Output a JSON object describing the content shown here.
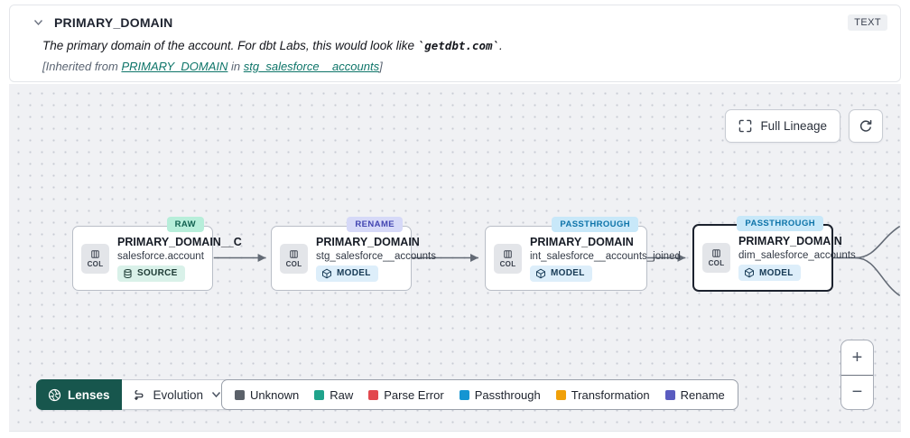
{
  "header": {
    "title": "PRIMARY_DOMAIN",
    "type_badge": "TEXT",
    "description_prefix": "The primary domain of the account. For dbt Labs, this would look like ",
    "description_code": "`getdbt.com`",
    "description_suffix": ".",
    "inherited_prefix": "[Inherited from ",
    "inherited_link_column": "PRIMARY_DOMAIN",
    "inherited_middle": " in ",
    "inherited_link_model": "stg_salesforce__accounts",
    "inherited_suffix": "]"
  },
  "toolbar": {
    "full_lineage_label": "Full Lineage"
  },
  "nodes": [
    {
      "title": "PRIMARY_DOMAIN__C",
      "subtitle": "salesforce.account",
      "resource": "SOURCE",
      "status": "RAW",
      "col_label": "COL"
    },
    {
      "title": "PRIMARY_DOMAIN",
      "subtitle": "stg_salesforce__accounts",
      "resource": "MODEL",
      "status": "RENAME",
      "col_label": "COL"
    },
    {
      "title": "PRIMARY_DOMAIN",
      "subtitle": "int_salesforce__accounts_joined",
      "resource": "MODEL",
      "status": "PASSTHROUGH",
      "col_label": "COL"
    },
    {
      "title": "PRIMARY_DOMAIN",
      "subtitle": "dim_salesforce_accounts",
      "resource": "MODEL",
      "status": "PASSTHROUGH",
      "col_label": "COL"
    }
  ],
  "controls": {
    "lenses_label": "Lenses",
    "lens_selected": "Evolution",
    "zoom_in_label": "+",
    "zoom_out_label": "−"
  },
  "legend": {
    "items": [
      {
        "label": "Unknown",
        "color": "#5b6169"
      },
      {
        "label": "Raw",
        "color": "#1fa38b"
      },
      {
        "label": "Parse Error",
        "color": "#e2484e"
      },
      {
        "label": "Passthrough",
        "color": "#1495d2"
      },
      {
        "label": "Transformation",
        "color": "#f0a009"
      },
      {
        "label": "Rename",
        "color": "#5a5cc0"
      }
    ]
  }
}
